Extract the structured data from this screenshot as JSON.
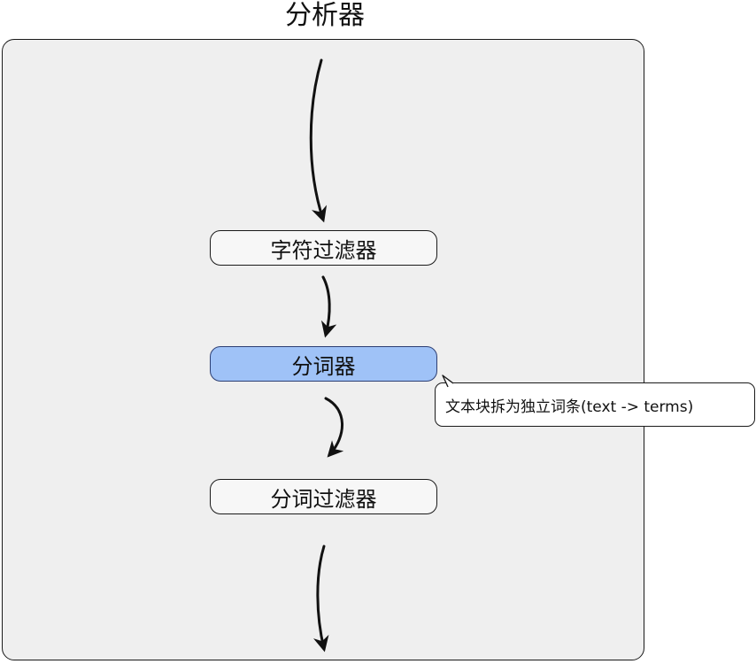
{
  "diagram": {
    "title": "分析器",
    "nodes": [
      {
        "id": "char-filter",
        "label": "字符过滤器",
        "highlighted": false
      },
      {
        "id": "tokenizer",
        "label": "分词器",
        "highlighted": true
      },
      {
        "id": "token-filter",
        "label": "分词过滤器",
        "highlighted": false
      }
    ],
    "callout": {
      "attached_to": "tokenizer",
      "text": "文本块拆为独立词条(text -> terms)"
    },
    "colors": {
      "panel_fill": "#efefef",
      "node_fill": "#f7f7f7",
      "highlight_fill": "#9fc2f7",
      "stroke": "#1a1a1a"
    }
  }
}
